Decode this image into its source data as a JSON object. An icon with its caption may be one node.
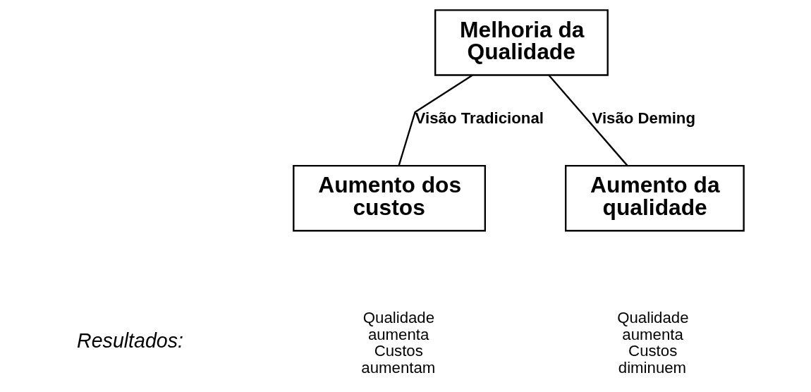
{
  "diagram": {
    "nodes": [
      {
        "text": [
          "Melhoria da Qualidade"
        ]
      },
      {
        "text": [
          "Aumento dos custos"
        ]
      },
      {
        "text": [
          "Aumento da qualidade"
        ]
      }
    ],
    "edges": [
      {
        "from": 0,
        "to": 1,
        "arrow": "none",
        "label": "Visão Tradicional"
      },
      {
        "from": 0,
        "to": 2,
        "arrow": "none",
        "label": "Visão Deming"
      }
    ],
    "labels": [
      "Resultados:",
      "Qualidade aumenta Custos aumentam",
      "Qualidade aumenta Custos diminuem"
    ]
  }
}
